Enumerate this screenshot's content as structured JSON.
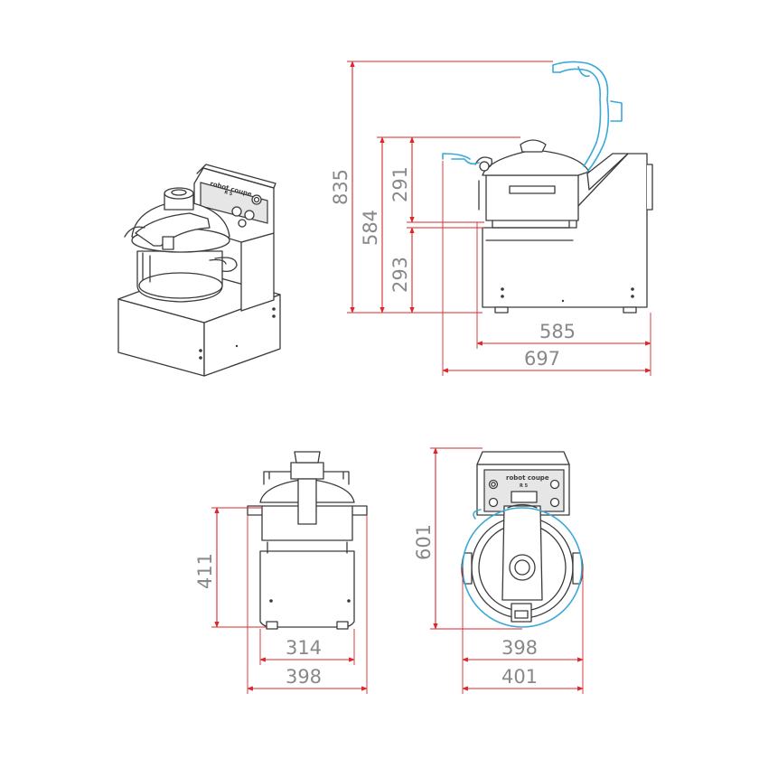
{
  "colors": {
    "dimension": "#d9272e",
    "dimension_text": "#888888",
    "outline": "#3a3a3a",
    "motion": "#3aa9d8"
  },
  "brand": {
    "logo_text": "robot coupe",
    "model": "R 5"
  },
  "dimensions": {
    "side_total_height": "835",
    "side_body_height": "584",
    "side_bowl_height": "291",
    "side_base_height": "293",
    "side_base_depth": "585",
    "side_total_depth": "697",
    "front_height": "411",
    "front_base_width": "314",
    "front_total_width": "398",
    "top_depth": "601",
    "top_body_width": "398",
    "top_total_width": "401"
  }
}
